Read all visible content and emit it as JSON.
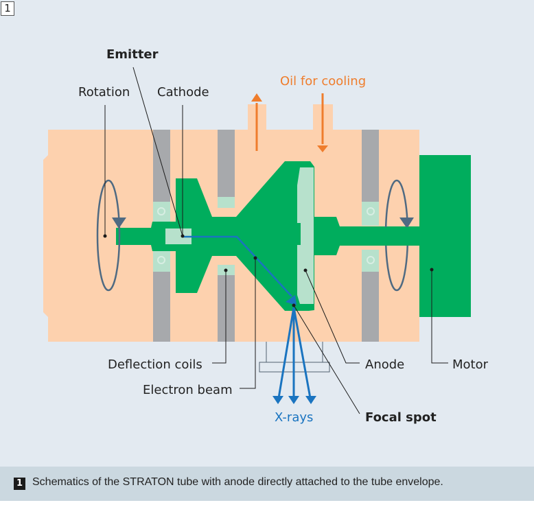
{
  "figure": {
    "number": "1",
    "title": "STRATON tube schematic"
  },
  "labels": {
    "emitter": "Emitter",
    "rotation": "Rotation",
    "cathode": "Cathode",
    "oil_for_cooling": "Oil for cooling",
    "deflection_coils": "Deflection coils",
    "electron_beam": "Electron beam",
    "x_rays": "X-rays",
    "anode": "Anode",
    "motor": "Motor",
    "focal_spot": "Focal spot"
  },
  "caption": {
    "number": "1",
    "text": "Schematics of the STRATON tube with anode directly attached to the tube envelope."
  },
  "colors": {
    "background": "#e3eaf1",
    "oil": "#fdd1ae",
    "green": "#00ad5d",
    "light_green": "#b7e1cc",
    "gray": "#a7a9ac",
    "beam_blue": "#1a74c0",
    "orange": "#ef7d2c",
    "rotation_gray": "#4f6a82",
    "caption_bg": "#cbd8e0"
  }
}
